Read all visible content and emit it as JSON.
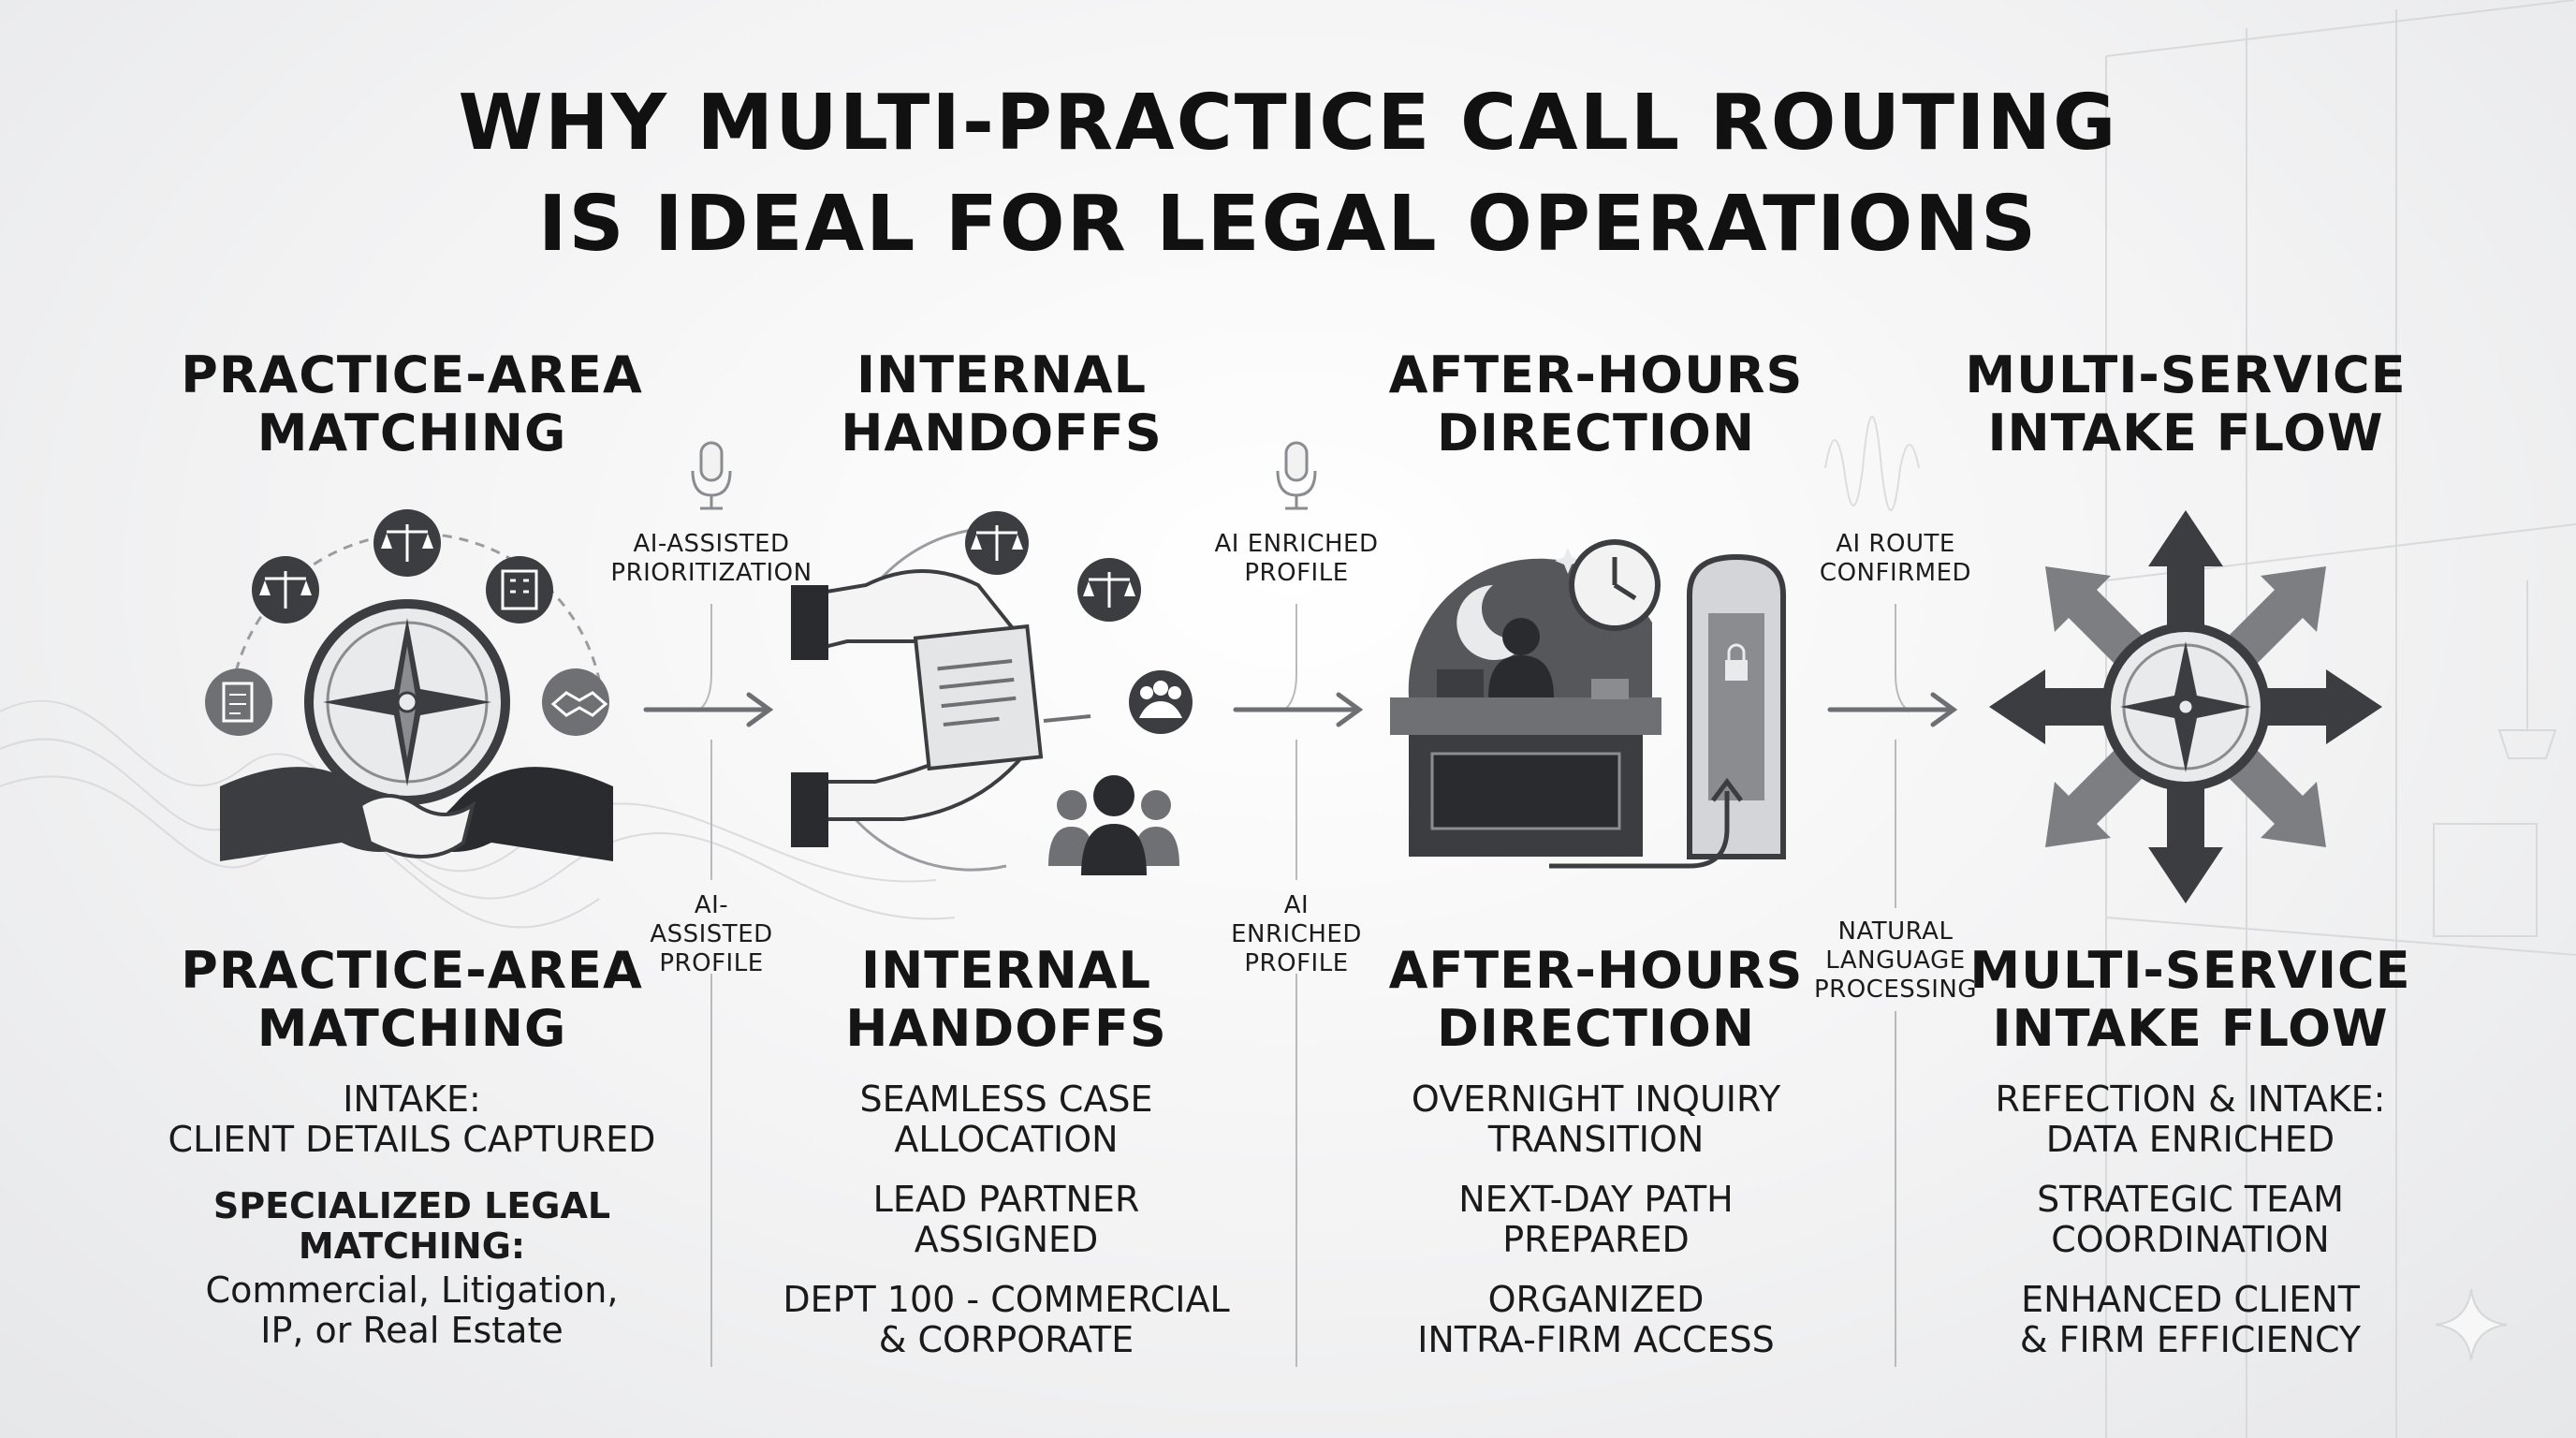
{
  "title": {
    "line1": "WHY MULTI-PRACTICE CALL ROUTING",
    "line2": "IS IDEAL FOR LEGAL OPERATIONS"
  },
  "columns": [
    {
      "heading": [
        "PRACTICE-AREA",
        "MATCHING"
      ],
      "subheading": [
        "PRACTICE-AREA",
        "MATCHING"
      ],
      "details": [
        {
          "lines": [
            "INTAKE:",
            "CLIENT DETAILS CAPTURED"
          ]
        },
        {
          "lines": [
            "SPECIALIZED LEGAL",
            "MATCHING:"
          ],
          "bold": true
        },
        {
          "lines": [
            "Commercial, Litigation,",
            "IP, or Real Estate"
          ]
        }
      ]
    },
    {
      "heading": [
        "INTERNAL",
        "HANDOFFS"
      ],
      "subheading": [
        "INTERNAL",
        "HANDOFFS"
      ],
      "details": [
        {
          "lines": [
            "SEAMLESS CASE",
            "ALLOCATION"
          ]
        },
        {
          "lines": [
            "LEAD PARTNER",
            "ASSIGNED"
          ]
        },
        {
          "lines": [
            "DEPT 100 - COMMERCIAL",
            "& CORPORATE"
          ]
        }
      ]
    },
    {
      "heading": [
        "AFTER-HOURS",
        "DIRECTION"
      ],
      "subheading": [
        "AFTER-HOURS",
        "DIRECTION"
      ],
      "details": [
        {
          "lines": [
            "OVERNIGHT INQUIRY",
            "TRANSITION"
          ]
        },
        {
          "lines": [
            "NEXT-DAY PATH",
            "PREPARED"
          ]
        },
        {
          "lines": [
            "ORGANIZED",
            "INTRA-FIRM ACCESS"
          ]
        }
      ]
    },
    {
      "heading": [
        "MULTI-SERVICE",
        "INTAKE FLOW"
      ],
      "subheading": [
        "MULTI-SERVICE",
        "INTAKE FLOW"
      ],
      "details": [
        {
          "lines": [
            "REFECTION & INTAKE:",
            "DATA ENRICHED"
          ]
        },
        {
          "lines": [
            "STRATEGIC TEAM",
            "COORDINATION"
          ]
        },
        {
          "lines": [
            "ENHANCED CLIENT",
            "& FIRM EFFICIENCY"
          ]
        }
      ]
    }
  ],
  "connectors": [
    {
      "top": [
        "AI-ASSISTED",
        "PRIORITIZATION"
      ],
      "bottom": [
        "AI-",
        "ASSISTED",
        "PROFILE"
      ]
    },
    {
      "top": [
        "AI ENRICHED",
        "PROFILE"
      ],
      "bottom": [
        "AI",
        "ENRICHED",
        "PROFILE"
      ]
    },
    {
      "top": [
        "AI ROUTE",
        "CONFIRMED"
      ],
      "bottom": [
        "NATURAL",
        "LANGUAGE",
        "PROCESSING"
      ]
    }
  ],
  "icons": {
    "col1": [
      "scales-icon",
      "scales-icon",
      "building-icon",
      "document-icon",
      "handshake-icon",
      "compass-icon"
    ],
    "col2": [
      "scales-icon",
      "scales-icon",
      "team-icon",
      "document-icon",
      "hands-icon",
      "people-icon"
    ],
    "col3": [
      "moon-icon",
      "clock-icon",
      "receptionist-icon",
      "desk-icon",
      "door-lock-icon"
    ],
    "col4": [
      "compass-icon",
      "arrows-icon"
    ]
  },
  "colors": {
    "text": "#151515",
    "icon_dark": "#3a3b3e",
    "icon_mid": "#7c7e82",
    "line": "#b9babc"
  }
}
